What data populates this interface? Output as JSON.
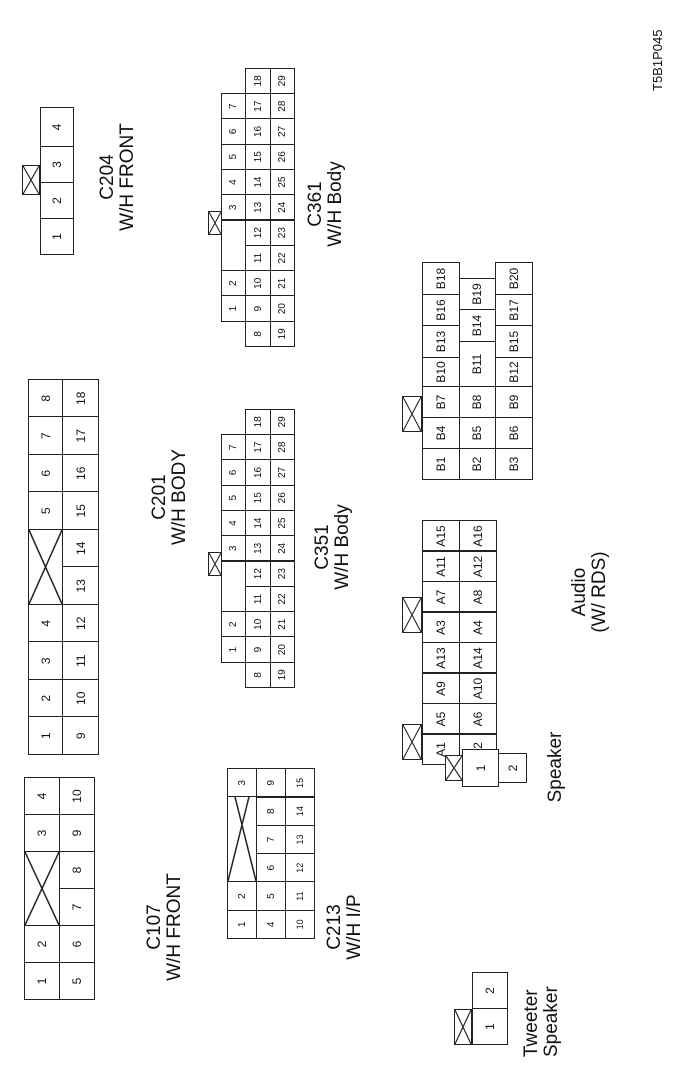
{
  "figure_id": "T5B1P045",
  "connectors": {
    "c204": {
      "name": "C204",
      "desc": "W/H FRONT",
      "pins": [
        "1",
        "2",
        "3",
        "4"
      ]
    },
    "c361": {
      "name": "C361",
      "desc": "W/H Body",
      "row1": [
        "1",
        "2",
        "3",
        "4",
        "5",
        "6",
        "7"
      ],
      "row2": [
        "8",
        "9",
        "10",
        "11",
        "12",
        "13",
        "14",
        "15",
        "16",
        "17",
        "18"
      ],
      "row3": [
        "19",
        "20",
        "21",
        "22",
        "23",
        "24",
        "25",
        "26",
        "27",
        "28",
        "29"
      ]
    },
    "c201": {
      "name": "C201",
      "desc": "W/H BODY",
      "row1": [
        "1",
        "2",
        "3",
        "4",
        "5",
        "6",
        "7",
        "8"
      ],
      "row2": [
        "9",
        "10",
        "11",
        "12",
        "13",
        "14",
        "15",
        "16",
        "17",
        "18"
      ]
    },
    "c351": {
      "name": "C351",
      "desc": "W/H Body",
      "row1": [
        "1",
        "2",
        "3",
        "4",
        "5",
        "6",
        "7"
      ],
      "row2": [
        "8",
        "9",
        "10",
        "11",
        "12",
        "13",
        "14",
        "15",
        "16",
        "17",
        "18"
      ],
      "row3": [
        "19",
        "20",
        "21",
        "22",
        "23",
        "24",
        "25",
        "26",
        "27",
        "28",
        "29"
      ]
    },
    "audio": {
      "name": "Audio",
      "desc": "(W/ RDS)",
      "a_left": [
        [
          "A1",
          "A2"
        ],
        [
          "A5",
          "A6"
        ],
        [
          "A9",
          "A10"
        ],
        [
          "A13",
          "A14"
        ]
      ],
      "a_right": [
        [
          "A3",
          "A4"
        ],
        [
          "A7",
          "A8"
        ],
        [
          "A11",
          "A12"
        ],
        [
          "A15",
          "A16"
        ]
      ],
      "b": {
        "row1": [
          "B1",
          "B4",
          "B7",
          "B10",
          "B13",
          "B16",
          "B18"
        ],
        "row2": [
          "B2",
          "B5",
          "B8",
          "B11",
          "B14",
          "B19"
        ],
        "row3": [
          "B3",
          "B6",
          "B9",
          "B12",
          "B15",
          "B17",
          "B20"
        ]
      }
    },
    "c107": {
      "name": "C107",
      "desc": "W/H FRONT",
      "row1": [
        "1",
        "2",
        "3",
        "4"
      ],
      "row2": [
        "5",
        "6",
        "7",
        "8",
        "9",
        "10"
      ]
    },
    "c213": {
      "name": "C213",
      "desc": "W/H I/P",
      "row1": [
        "1",
        "2",
        "3"
      ],
      "row2": [
        "4",
        "5",
        "6",
        "7",
        "8",
        "9"
      ],
      "row3": [
        "10",
        "11",
        "12",
        "13",
        "14",
        "15"
      ]
    },
    "speaker": {
      "name": "Speaker",
      "pins": [
        "1",
        "2"
      ]
    },
    "tweeter": {
      "name": "Tweeter",
      "name2": "Speaker",
      "pins": [
        "1",
        "2"
      ]
    }
  }
}
